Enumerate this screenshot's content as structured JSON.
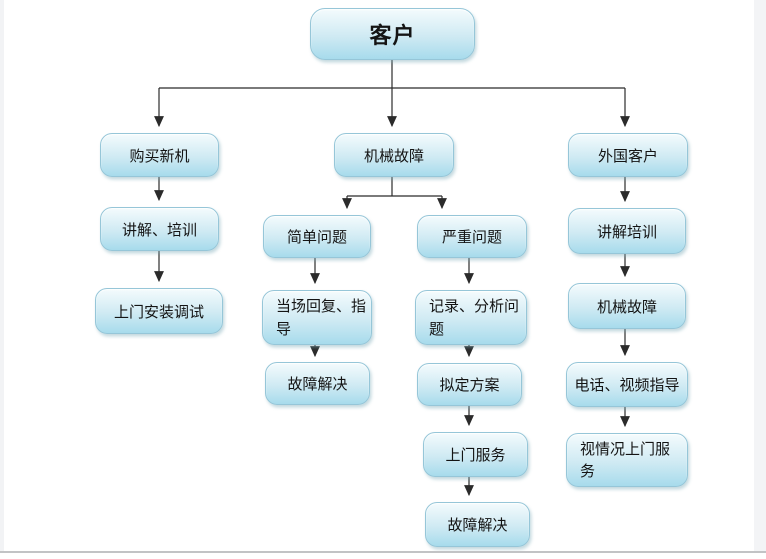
{
  "colors": {
    "line": "#2b2b2b",
    "box_border": "#96c6d8",
    "box_fill_top": "#f4fbfd",
    "box_fill_mid": "#cfeaf3",
    "box_fill_bottom": "#a7dbec",
    "box_shadow": "rgba(125,170,185,0.45)",
    "divider": "#c2c3c5"
  },
  "nodes": {
    "customer": "客户",
    "buy_new_machine": "购买新机",
    "explain_training_1": "讲解、培训",
    "onsite_install_debug": "上门安装调试",
    "mechanical_fault": "机械故障",
    "simple_problem": "简单问题",
    "serious_problem": "严重问题",
    "onsite_reply_guidance": "当场回复、指\n导",
    "fault_resolved_simple": "故障解决",
    "record_analyze_problem": "记录、分析问\n题",
    "draft_plan": "拟定方案",
    "onsite_service": "上门服务",
    "fault_resolved_serious": "故障解决",
    "foreign_customer": "外国客户",
    "explain_training_2": "讲解培训",
    "mechanical_fault_foreign": "机械故障",
    "phone_video_guidance": "电话、视频指导",
    "conditional_onsite_service": "视情况上门服\n务"
  }
}
